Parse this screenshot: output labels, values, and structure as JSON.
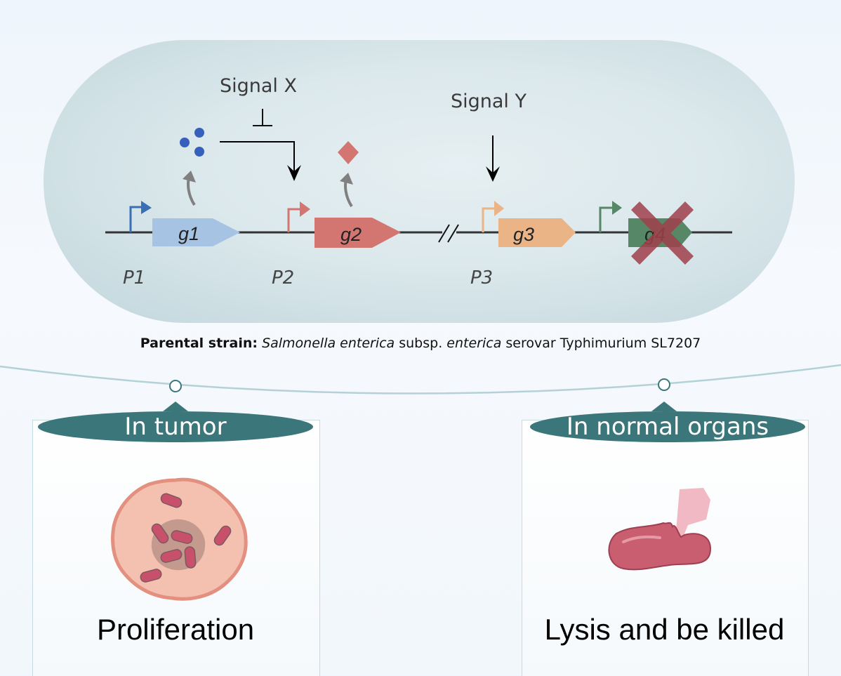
{
  "colors": {
    "capsule": "#d3e3e8",
    "g1": "#a6c3e3",
    "p1_arrow": "#3a6fb5",
    "g2": "#d37570",
    "g3": "#ebb487",
    "g4": "#568767",
    "knockout_cross": "#a0404b",
    "molecule_dots": "#3660bb",
    "molecule_diamond": "#d37570",
    "pill": "#3b767a"
  },
  "circuit": {
    "signal_x": "Signal X",
    "signal_y": "Signal Y",
    "genes": [
      {
        "label": "g1",
        "promoter": "P1"
      },
      {
        "label": "g2",
        "promoter": "P2"
      },
      {
        "label": "g3",
        "promoter": "P3"
      },
      {
        "label": "g4",
        "promoter": "",
        "knocked_out": true
      }
    ]
  },
  "strain": {
    "label": "Parental strain:",
    "species_italic": "Salmonella enterica",
    "subsp": " subsp. ",
    "subsp_italic": "enterica",
    "rest": " serovar Typhimurium SL7207"
  },
  "panels": [
    {
      "title": "In tumor",
      "icon": "tumor-cell-with-bacteria-icon",
      "caption": "Proliferation"
    },
    {
      "title": "In normal organs",
      "icon": "lysing-bacterium-icon",
      "caption": "Lysis and be killed"
    }
  ]
}
